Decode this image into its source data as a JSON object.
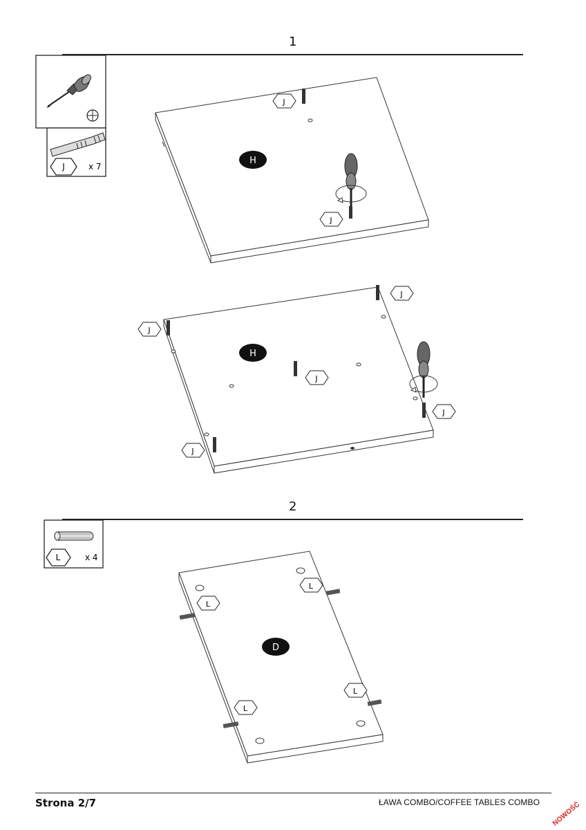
{
  "steps": [
    {
      "number": "1"
    },
    {
      "number": "2"
    }
  ],
  "parts_box_1": {
    "tool_icon": "phillips-screwdriver-icon",
    "bit_icon": "phillips-cross-icon",
    "part_label": "J",
    "part_qty": "x 7"
  },
  "parts_box_2": {
    "part_label": "L",
    "part_qty": "x 4"
  },
  "diagram_1a": {
    "panel_label": "H",
    "callouts": [
      "J",
      "J"
    ]
  },
  "diagram_1b": {
    "panel_label": "H",
    "callouts": [
      "J",
      "J",
      "J",
      "J",
      "J"
    ]
  },
  "diagram_2": {
    "panel_label": "D",
    "callouts": [
      "L",
      "L",
      "L",
      "L"
    ]
  },
  "footer": {
    "page": "Strona 2/7",
    "product": "ŁAWA COMBO/COFFEE TABLES COMBO",
    "stamp": "NOWOŚĆ"
  }
}
